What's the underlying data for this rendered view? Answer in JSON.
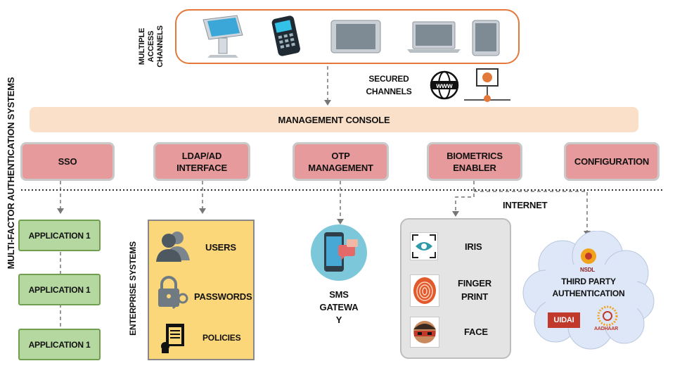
{
  "labels": {
    "mfa_title": "MULTI-FACTOR AUTHENTICATION SYSTEMS",
    "access_channels": [
      "MULTIPLE",
      "ACCESS",
      "CHANNELS"
    ],
    "secured_channels": [
      "SECURED",
      "CHANNELS"
    ],
    "management_console": "MANAGEMENT CONSOLE",
    "internet": "INTERNET",
    "enterprise_systems": "ENTERPRISE SYSTEMS"
  },
  "modules": {
    "sso": [
      "SSO"
    ],
    "ldap": [
      "LDAP/AD",
      "INTERFACE"
    ],
    "otp": [
      "OTP",
      "MANAGEMENT"
    ],
    "biometrics": [
      "BIOMETRICS",
      "ENABLER"
    ],
    "configuration": [
      "CONFIGURATION"
    ]
  },
  "applications": [
    "APPLICATION 1",
    "APPLICATION 1",
    "APPLICATION 1"
  ],
  "enterprise": {
    "users": "USERS",
    "passwords": "PASSWORDS",
    "policies": "POLICIES"
  },
  "sms_gateway": [
    "SMS",
    "GATEWA",
    "Y"
  ],
  "biometrics": {
    "iris": [
      "IRIS"
    ],
    "finger": [
      "FINGER",
      "PRINT"
    ],
    "face": [
      "FACE"
    ]
  },
  "third_party": {
    "title": [
      "THIRD PARTY",
      "AUTHENTICATION"
    ],
    "nsdl": "NSDL",
    "uidai": "UIDAI",
    "aadhaar": "AADHAAR"
  },
  "colors": {
    "module_fill": "#e79a9b",
    "console_fill": "#fae0c8",
    "app_fill": "#b5d7a0",
    "enterprise_fill": "#fbd77a",
    "channel_border": "#e2793b",
    "cloud_fill": "#dde7f7"
  },
  "icons": [
    "kiosk-icon",
    "pos-terminal-icon",
    "tablet-landscape-icon",
    "laptop-icon",
    "tablet-icon",
    "www-globe-icon",
    "network-monitor-icon",
    "users-icon",
    "padlock-key-icon",
    "policy-document-icon",
    "smartphone-chat-icon",
    "eye-scan-icon",
    "fingerprint-icon",
    "face-mask-icon",
    "nsdl-logo-icon",
    "aadhaar-logo-icon"
  ]
}
